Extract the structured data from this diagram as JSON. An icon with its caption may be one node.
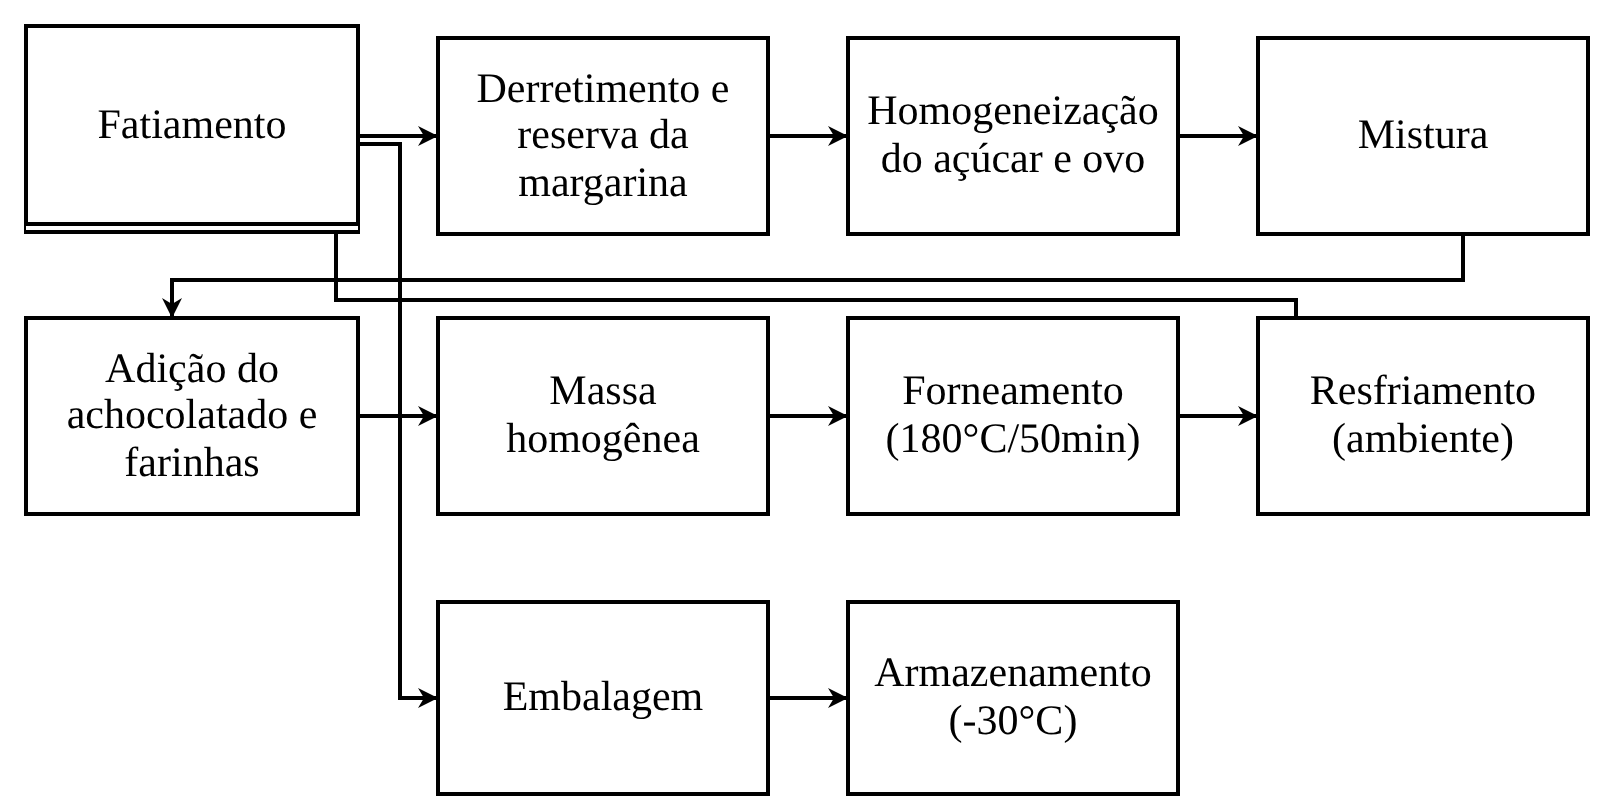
{
  "diagram": {
    "nodes": [
      {
        "text": [
          "Fatiamento"
        ]
      },
      {
        "text": [
          "Derretimento e reserva da margarina"
        ]
      },
      {
        "text": [
          "Homogeneização do açúcar e ovo"
        ]
      },
      {
        "text": [
          "Mistura"
        ]
      },
      {
        "text": [
          "Adição do achocolatado e farinhas"
        ]
      },
      {
        "text": [
          "Massa homogênea"
        ]
      },
      {
        "text": [
          "Forneamento (180°C/50min)"
        ]
      },
      {
        "text": [
          "Resfriamento (ambiente)"
        ]
      },
      {
        "text": [
          "Embalagem"
        ]
      },
      {
        "text": [
          "Armazenamento (-30°C)"
        ]
      }
    ],
    "edges": [
      {
        "from": 1,
        "to": 2,
        "arrow": "to"
      },
      {
        "from": 2,
        "to": 3,
        "arrow": "to"
      },
      {
        "from": 3,
        "to": 4,
        "arrow": "to"
      },
      {
        "from": 4,
        "to": 5,
        "arrow": "to"
      },
      {
        "from": 5,
        "to": 6,
        "arrow": "to"
      },
      {
        "from": 6,
        "to": 7,
        "arrow": "to"
      },
      {
        "from": 7,
        "to": 0,
        "arrow": "none"
      },
      {
        "from": 0,
        "to": 1,
        "arrow": "to"
      },
      {
        "from": 0,
        "to": 8,
        "arrow": "to"
      },
      {
        "from": 8,
        "to": 9,
        "arrow": "to"
      }
    ]
  }
}
